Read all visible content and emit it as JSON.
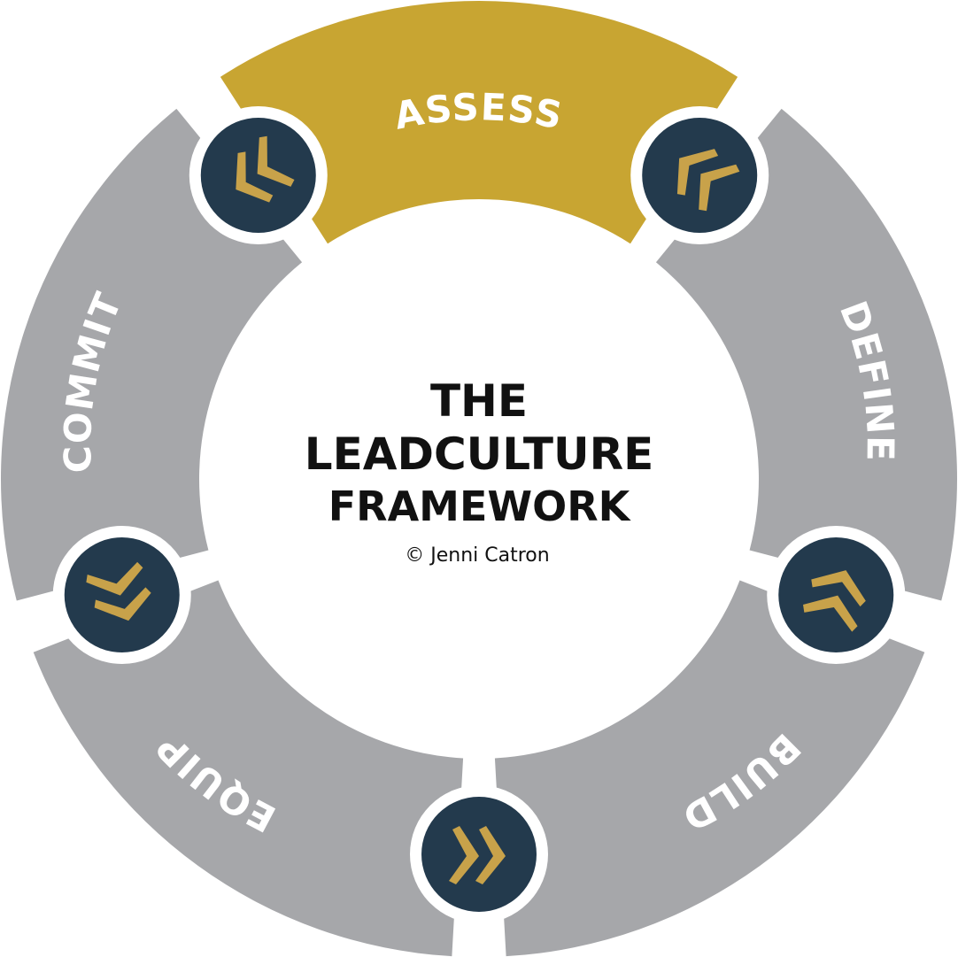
{
  "title": {
    "line1": "THE",
    "line2": "LEADCULTURE",
    "line3": "FRAMEWORK"
  },
  "credit": "© Jenni Catron",
  "colors": {
    "active": "#C8A532",
    "inactive": "#A6A7AA",
    "node": "#233A4D",
    "arrow": "#C8A24A",
    "label": "#FFFFFF"
  },
  "segments": [
    {
      "id": "assess",
      "label": "ASSESS",
      "active": true
    },
    {
      "id": "define",
      "label": "DEFINE",
      "active": false
    },
    {
      "id": "build",
      "label": "BUILD",
      "active": false
    },
    {
      "id": "equip",
      "label": "EQUIP",
      "active": false
    },
    {
      "id": "commit",
      "label": "COMMIT",
      "active": false
    }
  ],
  "nodes": [
    {
      "id": "node-commit-assess",
      "icon": "chevron-arrow-icon"
    },
    {
      "id": "node-assess-define",
      "icon": "chevron-arrow-icon"
    },
    {
      "id": "node-define-build",
      "icon": "chevron-arrow-icon"
    },
    {
      "id": "node-build-equip",
      "icon": "chevron-arrow-icon"
    },
    {
      "id": "node-equip-commit",
      "icon": "chevron-arrow-icon"
    }
  ]
}
